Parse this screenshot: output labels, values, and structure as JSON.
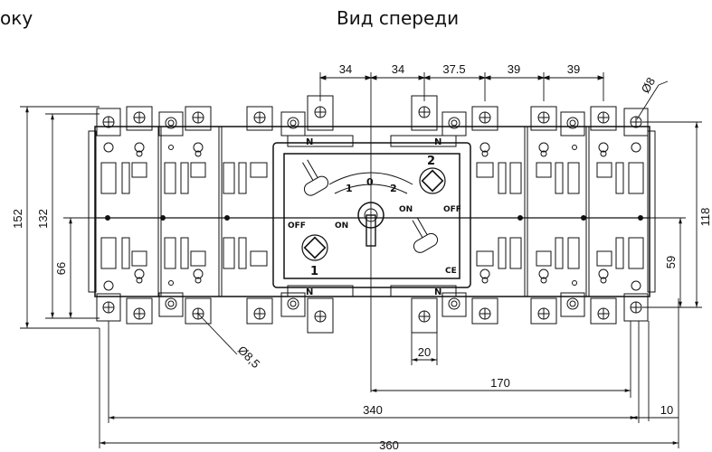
{
  "headings": {
    "left": "оку",
    "right": "Вид спереди"
  },
  "dims": {
    "top": [
      "34",
      "34",
      "37.5",
      "39",
      "39"
    ],
    "d8": "Ø8",
    "d8_5": "Ø8,5",
    "h152": "152",
    "h132": "132",
    "h66": "66",
    "h118": "118",
    "h59": "59",
    "w20": "20",
    "w170": "170",
    "w340": "340",
    "w10": "10",
    "w360": "360"
  },
  "labels": {
    "n": "N",
    "off": "OFF",
    "on": "ON",
    "one": "1",
    "two": "2",
    "zero": "0",
    "ce": "CE"
  }
}
